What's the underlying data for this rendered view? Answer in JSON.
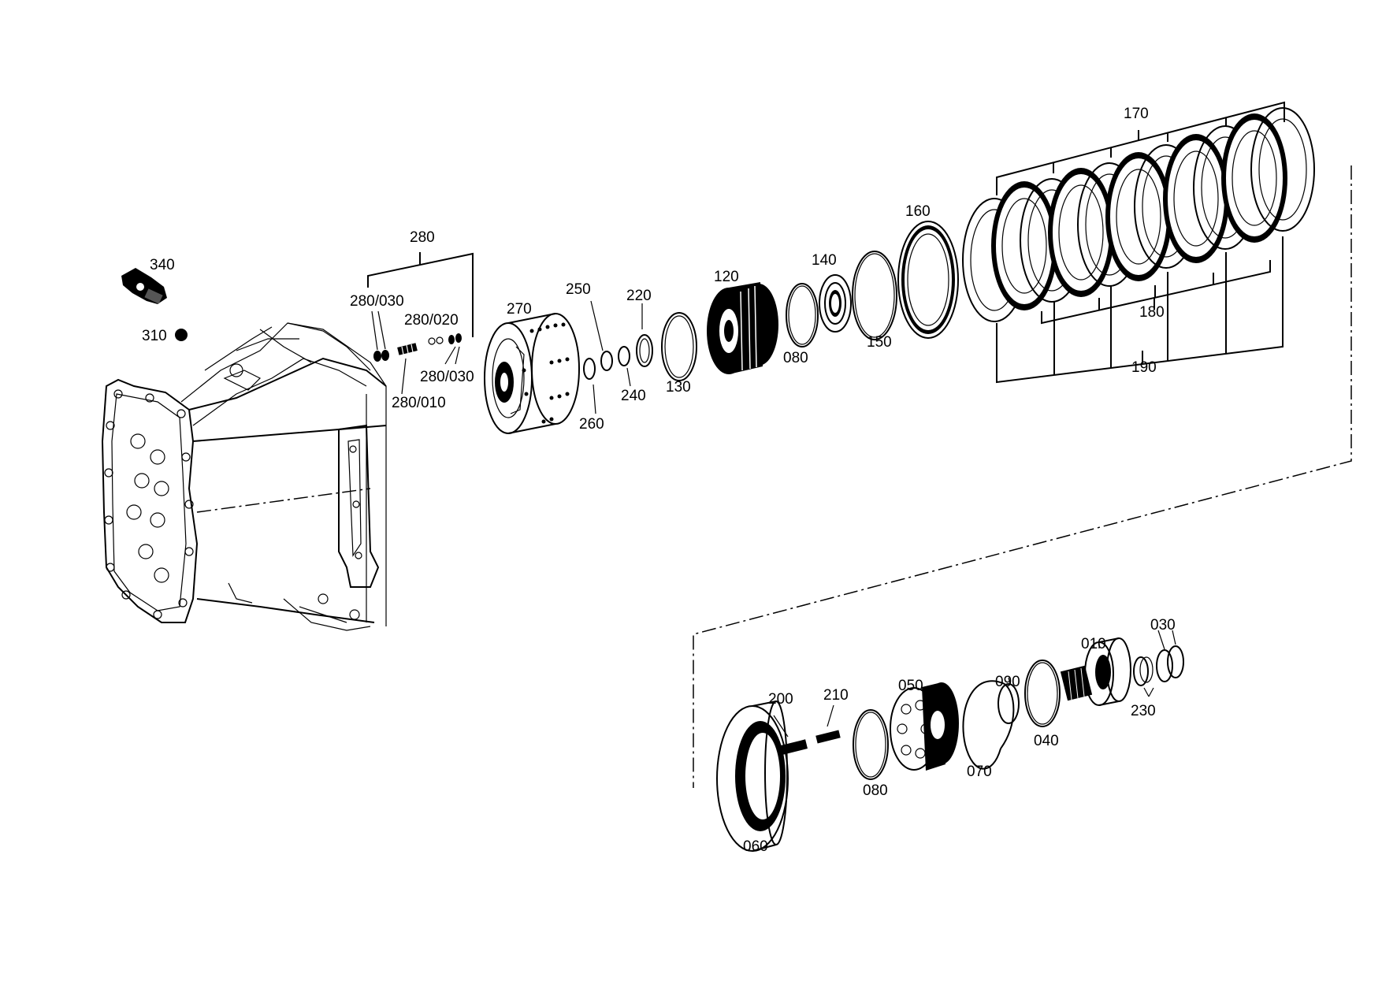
{
  "diagram": {
    "labels": {
      "l340": "340",
      "l310": "310",
      "l280": "280",
      "l280_030a": "280/030",
      "l280_020": "280/020",
      "l280_030b": "280/030",
      "l280_010": "280/010",
      "l270": "270",
      "l250": "250",
      "l260": "260",
      "l220": "220",
      "l240": "240",
      "l130": "130",
      "l120": "120",
      "l080a": "080",
      "l140": "140",
      "l150": "150",
      "l160": "160",
      "l170": "170",
      "l180": "180",
      "l190": "190",
      "l200": "200",
      "l210": "210",
      "l060": "060",
      "l080b": "080",
      "l050": "050",
      "l070": "070",
      "l090": "090",
      "l040": "040",
      "l010": "010",
      "l030": "030",
      "l230": "230"
    },
    "colors": {
      "ink": "#000000",
      "paper": "#ffffff"
    }
  }
}
